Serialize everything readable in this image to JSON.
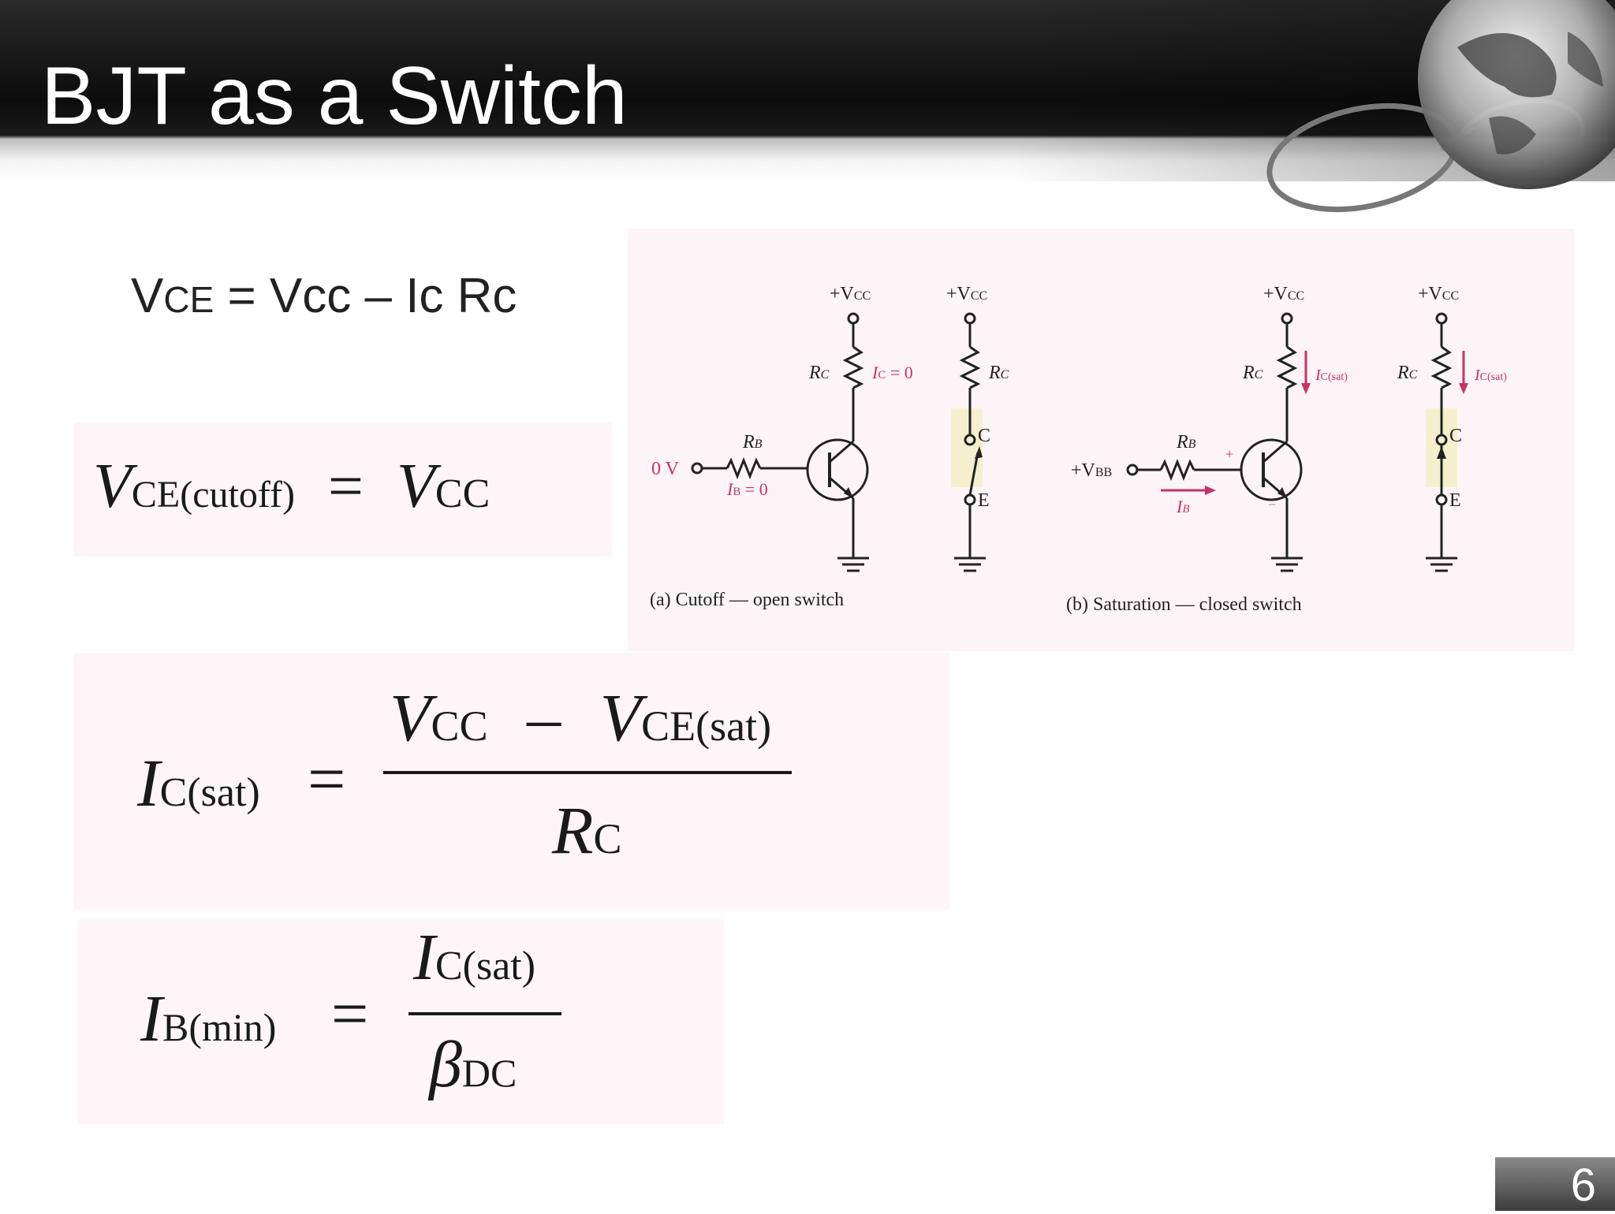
{
  "slide": {
    "title": "BJT as a Switch",
    "page_number": "6"
  },
  "equation_text": {
    "v": "V",
    "ce_sub": "CE",
    "rest": " = Vcc – Ic Rc"
  },
  "formula_cutoff": {
    "lhs_symbol": "V",
    "lhs_sub": "CE(cutoff)",
    "equals": "=",
    "rhs_symbol": "V",
    "rhs_sub": "CC"
  },
  "formula_icsat": {
    "lhs_symbol": "I",
    "lhs_sub": "C(sat)",
    "equals": "=",
    "num_symbol1": "V",
    "num_sub1": "CC",
    "minus": "–",
    "num_symbol2": "V",
    "num_sub2": "CE(sat)",
    "den_symbol": "R",
    "den_sub": "C"
  },
  "formula_ibmin": {
    "lhs_symbol": "I",
    "lhs_sub": "B(min)",
    "equals": "=",
    "num_symbol": "I",
    "num_sub": "C(sat)",
    "den_symbol": "β",
    "den_sub": "DC"
  },
  "circuit": {
    "vcc_label": "+V",
    "vcc_sub": "CC",
    "rc_label": "R",
    "rc_sub": "C",
    "rb_label": "R",
    "rb_sub": "B",
    "zero_v": "0 V",
    "ic_zero": "I",
    "ic_zero_sub": "C",
    "ic_zero_val": " = 0",
    "ib_zero": "I",
    "ib_zero_sub": "B",
    "ib_zero_val": " = 0",
    "ic_sat": "I",
    "ic_sat_sub": "C(sat)",
    "vbb_label": "+V",
    "vbb_sub": "BB",
    "ib_label": "I",
    "ib_sub": "B",
    "c_label": "C",
    "e_label": "E",
    "plus": "+",
    "minus": "−",
    "caption_a": "(a) Cutoff — open switch",
    "caption_b": "(b) Saturation — closed switch",
    "colors": {
      "black": "#222222",
      "red": "#c8326a",
      "highlight": "#f6efcf"
    }
  }
}
